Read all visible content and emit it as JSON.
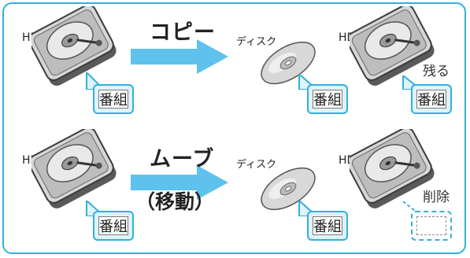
{
  "rows": [
    {
      "operation": "コピー",
      "operation_sub": "",
      "source": {
        "label": "HDD",
        "content": "番組"
      },
      "target": {
        "label": "ディスク",
        "content": "番組"
      },
      "after": {
        "label": "HDD",
        "status": "残る",
        "content": "番組"
      }
    },
    {
      "operation": "ムーブ",
      "operation_sub": "（移動）",
      "source": {
        "label": "HDD",
        "content": "番組"
      },
      "target": {
        "label": "ディスク",
        "content": "番組"
      },
      "after": {
        "label": "HDD",
        "status": "削除",
        "content": ""
      }
    }
  ],
  "colors": {
    "accent": "#33b0d8",
    "arrow": "#5ec2ec",
    "callout_fill": "#dff3fb"
  },
  "icons": {
    "drive": "hard-disk-icon",
    "disc": "optical-disc-icon",
    "arrow": "right-arrow-icon"
  }
}
